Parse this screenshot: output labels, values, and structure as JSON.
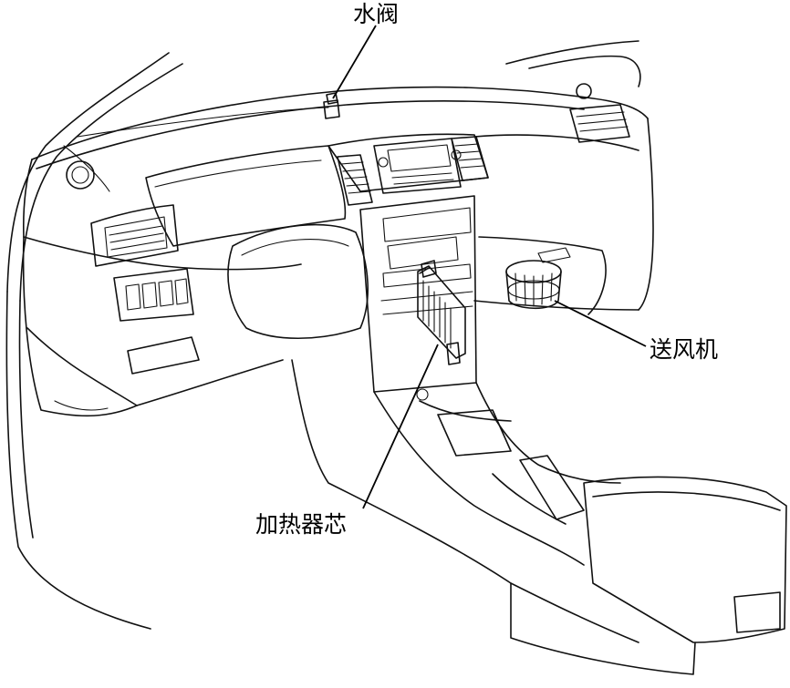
{
  "labels": {
    "water_valve": "水阀",
    "blower": "送风机",
    "heater_core": "加热器芯"
  }
}
